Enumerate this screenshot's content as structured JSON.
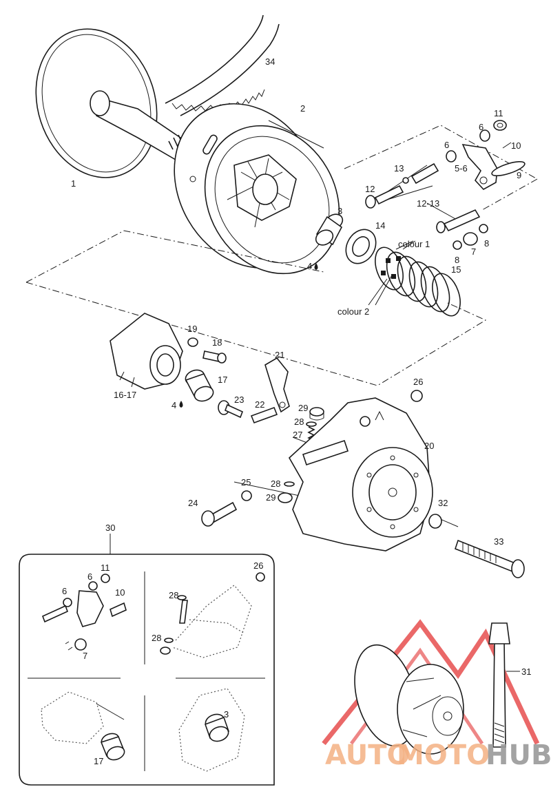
{
  "labels": {
    "l1": "1",
    "l2": "2",
    "l3": "3",
    "l4a": "4",
    "l4b": "4",
    "l5_6": "5-6",
    "l6a": "6",
    "l6b": "6",
    "l7": "7",
    "l8a": "8",
    "l8b": "8",
    "l9": "9",
    "l10": "10",
    "l11": "11",
    "l12": "12",
    "l12_13": "12-13",
    "l13": "13",
    "l14": "14",
    "l15": "15",
    "l16_17": "16-17",
    "l17": "17",
    "l18": "18",
    "l19": "19",
    "l20": "20",
    "l21": "21",
    "l22": "22",
    "l23": "23",
    "l24": "24",
    "l25": "25",
    "l26": "26",
    "l27": "27",
    "l28a": "28",
    "l28b": "28",
    "l29a": "29",
    "l29b": "29",
    "l30": "30",
    "l31": "31",
    "l32": "32",
    "l33": "33",
    "l34": "34",
    "colour1": "colour 1",
    "colour2": "colour 2",
    "in11": "11",
    "in6a": "6",
    "in6b": "6",
    "in10": "10",
    "in7": "7",
    "in26": "26",
    "in28a": "28",
    "in28b": "28",
    "in17": "17",
    "in3": "3"
  },
  "watermark": {
    "part1": "AUTO",
    "part2": "MOTO",
    "part3": "HUB",
    "color_orange": "#f4b183",
    "color_grey": "#9a9a9a",
    "color_red": "#e02020"
  }
}
